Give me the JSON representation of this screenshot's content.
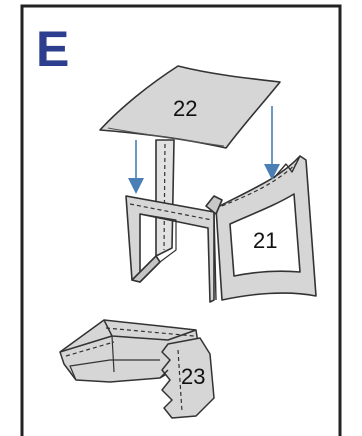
{
  "panel": {
    "letter": "E",
    "accent_color": "#2e3e8e",
    "arrow_color": "#4a7fb5",
    "part_fill": "#d6d6d6"
  },
  "parts": [
    {
      "id": "22",
      "label": "22"
    },
    {
      "id": "21",
      "label": "21"
    },
    {
      "id": "23",
      "label": "23"
    }
  ]
}
